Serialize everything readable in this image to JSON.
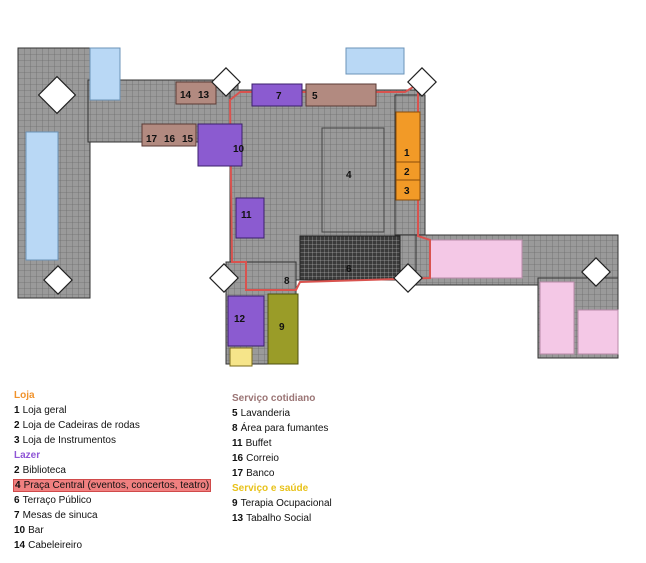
{
  "colors": {
    "loja": "#f0922b",
    "lazer": "#8f56d6",
    "servico_cotidiano": "#9a7474",
    "servico_saude": "#e8c21a",
    "orange_block": "#f29a27",
    "purple_block": "#8b5bd0",
    "brown_block": "#b28a80",
    "olive_block": "#9a9c28",
    "pink_block": "#f4c8e6",
    "blue_block": "#b9d8f5",
    "plan_gray": "#8c8c8c",
    "red_outline": "#d9534f"
  },
  "plan_labels": {
    "l1": "1",
    "l2": "2",
    "l3": "3",
    "l4": "4",
    "l5": "5",
    "l6": "6",
    "l7": "7",
    "l8": "8",
    "l9": "9",
    "l10": "10",
    "l11": "11",
    "l12": "12",
    "l13": "13",
    "l14": "14",
    "l15": "15",
    "l16": "16",
    "l17": "17"
  },
  "legend": {
    "loja": {
      "title": "Loja",
      "items": [
        {
          "num": "1",
          "text": "Loja  geral"
        },
        {
          "num": "2",
          "text": "Loja de Cadeiras de rodas"
        },
        {
          "num": "3",
          "text": "Loja de Instrumentos"
        }
      ]
    },
    "lazer": {
      "title": "Lazer",
      "items": [
        {
          "num": "2",
          "text": "Biblioteca"
        },
        {
          "num": "4",
          "text": "Praça Central (eventos, concertos, teatro)"
        },
        {
          "num": "6",
          "text": "Terraço Público"
        },
        {
          "num": "7",
          "text": "Mesas de sinuca"
        },
        {
          "num": "10",
          "text": "Bar"
        },
        {
          "num": "14",
          "text": "Cabeleireiro"
        }
      ]
    },
    "servico_cotidiano": {
      "title": "Serviço cotidiano",
      "items": [
        {
          "num": "5",
          "text": "Lavanderia"
        },
        {
          "num": "8",
          "text": "Área para fumantes"
        },
        {
          "num": "11",
          "text": "Buffet"
        },
        {
          "num": "16",
          "text": "Correio"
        },
        {
          "num": "17",
          "text": "Banco"
        }
      ]
    },
    "servico_saude": {
      "title": "Serviço e saúde",
      "items": [
        {
          "num": "9",
          "text": "Terapia Ocupacional"
        },
        {
          "num": "13",
          "text": "Tabalho Social"
        }
      ]
    }
  }
}
